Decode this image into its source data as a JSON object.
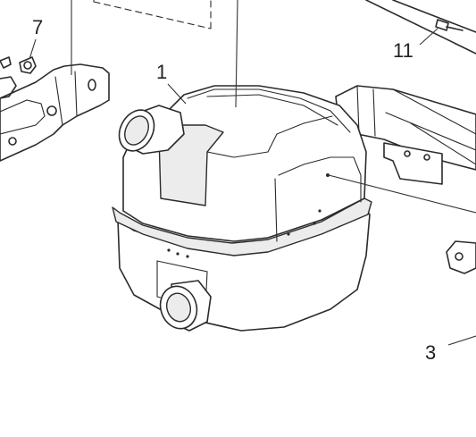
{
  "callouts": {
    "item_1": "1",
    "item_3": "3",
    "item_7": "7",
    "item_11": "11"
  },
  "colors": {
    "line": "#2b2b2b",
    "shading": "#ececec",
    "background": "#ffffff"
  }
}
